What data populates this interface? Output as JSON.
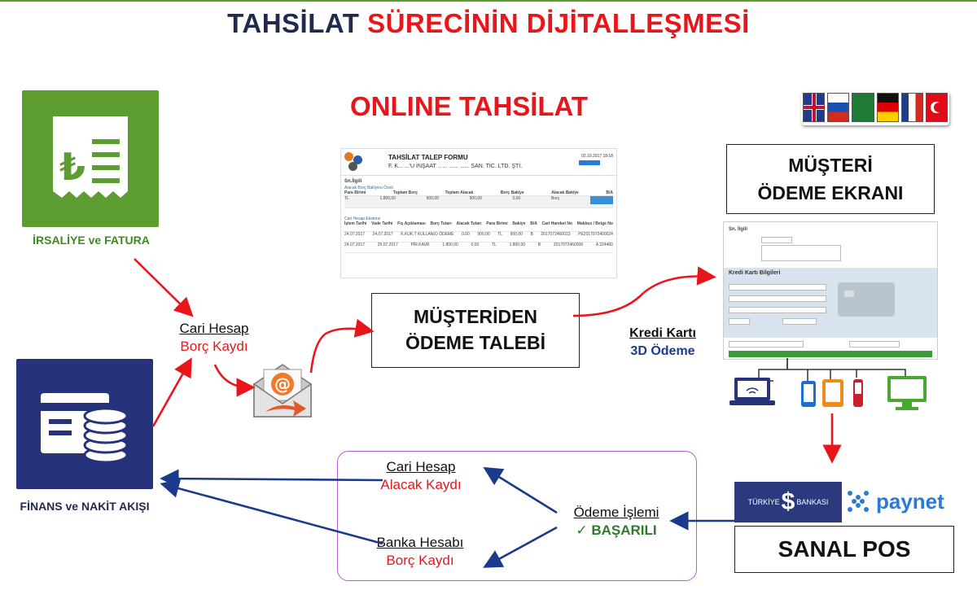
{
  "title": {
    "part1": "TAHSİLAT",
    "part2": "SÜRECİNİN DİJİTALLEŞMESİ"
  },
  "subtitle": "ONLINE TAHSİLAT",
  "irsaliye": {
    "caption": "İRSALİYE ve FATURA"
  },
  "finans": {
    "caption": "FİNANS ve NAKİT AKIŞI"
  },
  "cari_borc": {
    "line1": "Cari Hesap",
    "line2": "Borç Kaydı"
  },
  "odeme_talebi": {
    "line1": "MÜŞTERİDEN",
    "line2": "ÖDEME TALEBİ"
  },
  "form": {
    "title": "TAHSİLAT TALEP FORMU",
    "company": "F. K... ...'U İNŞAAT ...... ...... ...... SAN. TİC. LTD. ŞTİ.",
    "greeting": "Sn.İlgili",
    "section1": "Alacak Borç Bakiyesi Özeti",
    "headers1": [
      "Para Birimi",
      "Toplam Borç",
      "Toplam Alacak",
      "Borç Bakiye",
      "Alacak Bakiye",
      "B/A"
    ],
    "row1": [
      "TL",
      "1.800,00",
      "900,00",
      "900,00",
      "0,00",
      "Borç"
    ],
    "section2": "Cari Hesap Ekstresi",
    "headers2": [
      "İşlem Tarihi",
      "Vade Tarihi",
      "Fiş Açıklaması",
      "Borç Tutarı",
      "Alacak Tutarı",
      "Para Birimi",
      "Bakiye",
      "B/A",
      "Cari Hareket No",
      "Makbuz / Belge No"
    ],
    "rows2": [
      [
        "24.07.2017",
        "24.07.2017",
        "K.KUK.T KULLANIO ÖDEME",
        "0,00",
        "900,00",
        "TL",
        "900,00",
        "B",
        "2017072460023",
        "PE2017072400024"
      ],
      [
        "24.07.2017",
        "25.07.2017",
        "PİR.KAVR",
        "1.800,00",
        "0,00",
        "TL",
        "1.800,00",
        "B",
        "2017072460008",
        "A 224460"
      ]
    ],
    "date": "02.10.2017 18:18"
  },
  "musteri_ekrani": {
    "line1": "MÜŞTERİ",
    "line2": "ÖDEME EKRANI"
  },
  "payment_screen": {
    "greeting": "Sn. İlgili",
    "section": "Kredi Kartı Bilgileri"
  },
  "kredi": {
    "line1": "Kredi Kartı",
    "line2": "3D Ödeme"
  },
  "banks": {
    "isbank": "TÜRKİYE",
    "isbank2": "BANKASI",
    "paynet": "paynet"
  },
  "sanal_pos": "SANAL POS",
  "odeme_islemi": {
    "line1": "Ödeme İşlemi",
    "line2": "BAŞARILI",
    "check": "✓"
  },
  "cari_alacak": {
    "line1": "Cari Hesap",
    "line2": "Alacak Kaydı"
  },
  "banka_borc": {
    "line1": "Banka Hesabı",
    "line2": "Borç Kaydı"
  },
  "colors": {
    "red": "#e8161b",
    "navy": "#1f2a4d",
    "blue": "#1a3a8c",
    "green": "#5aa02c",
    "purple": "#b25fd6"
  },
  "icons": [
    "receipt-lira-icon",
    "finance-coins-icon",
    "email-icon",
    "laptop-icon",
    "phone-icon",
    "tablet-icon",
    "monitor-icon"
  ]
}
